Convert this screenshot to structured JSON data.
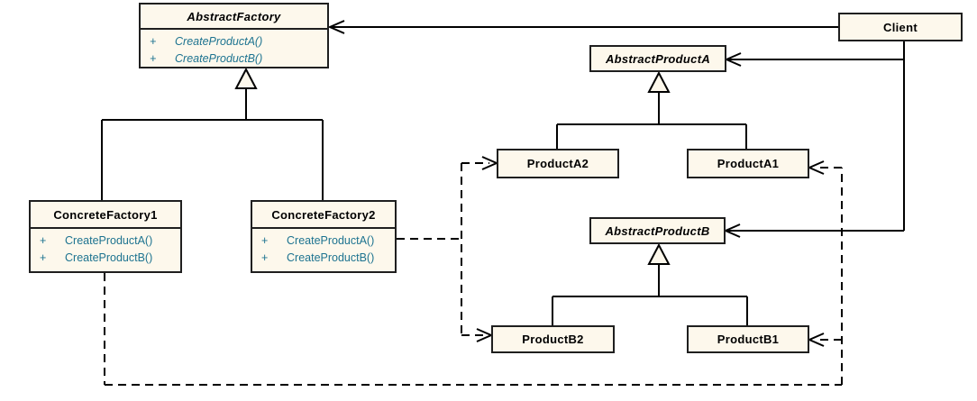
{
  "diagram": {
    "type": "uml-class-diagram",
    "pattern": "Abstract Factory",
    "colors": {
      "canvas_bg": "#ffffff",
      "box_fill": "#fdf8ec",
      "box_border": "#1f1f1f",
      "line_color": "#000000",
      "method_color": "#1d7390",
      "title_color": "#000000"
    },
    "classes": {
      "abstract_factory": {
        "name": "AbstractFactory",
        "abstract": true,
        "methods": [
          {
            "visibility": "+",
            "signature": "CreateProductA()"
          },
          {
            "visibility": "+",
            "signature": "CreateProductB()"
          }
        ]
      },
      "client": {
        "name": "Client",
        "abstract": false
      },
      "abstract_product_a": {
        "name": "AbstractProductA",
        "abstract": true
      },
      "concrete_factory_1": {
        "name": "ConcreteFactory1",
        "abstract": false,
        "methods": [
          {
            "visibility": "+",
            "signature": "CreateProductA()"
          },
          {
            "visibility": "+",
            "signature": "CreateProductB()"
          }
        ]
      },
      "concrete_factory_2": {
        "name": "ConcreteFactory2",
        "abstract": false,
        "methods": [
          {
            "visibility": "+",
            "signature": "CreateProductA()"
          },
          {
            "visibility": "+",
            "signature": "CreateProductB()"
          }
        ]
      },
      "product_a2": {
        "name": "ProductA2",
        "abstract": false
      },
      "product_a1": {
        "name": "ProductA1",
        "abstract": false
      },
      "abstract_product_b": {
        "name": "AbstractProductB",
        "abstract": true
      },
      "product_b2": {
        "name": "ProductB2",
        "abstract": false
      },
      "product_b1": {
        "name": "ProductB1",
        "abstract": false
      }
    },
    "relationships": [
      {
        "from": "ConcreteFactory1",
        "to": "AbstractFactory",
        "type": "generalization"
      },
      {
        "from": "ConcreteFactory2",
        "to": "AbstractFactory",
        "type": "generalization"
      },
      {
        "from": "ProductA2",
        "to": "AbstractProductA",
        "type": "generalization"
      },
      {
        "from": "ProductA1",
        "to": "AbstractProductA",
        "type": "generalization"
      },
      {
        "from": "ProductB2",
        "to": "AbstractProductB",
        "type": "generalization"
      },
      {
        "from": "ProductB1",
        "to": "AbstractProductB",
        "type": "generalization"
      },
      {
        "from": "Client",
        "to": "AbstractFactory",
        "type": "association"
      },
      {
        "from": "Client",
        "to": "AbstractProductA",
        "type": "association"
      },
      {
        "from": "Client",
        "to": "AbstractProductB",
        "type": "association"
      },
      {
        "from": "ConcreteFactory2",
        "to": "ProductA2",
        "type": "dependency-dashed"
      },
      {
        "from": "ConcreteFactory2",
        "to": "ProductB2",
        "type": "dependency-dashed"
      },
      {
        "from": "ConcreteFactory1",
        "to": "ProductA1",
        "type": "dependency-dashed"
      },
      {
        "from": "ConcreteFactory1",
        "to": "ProductB1",
        "type": "dependency-dashed"
      }
    ]
  }
}
